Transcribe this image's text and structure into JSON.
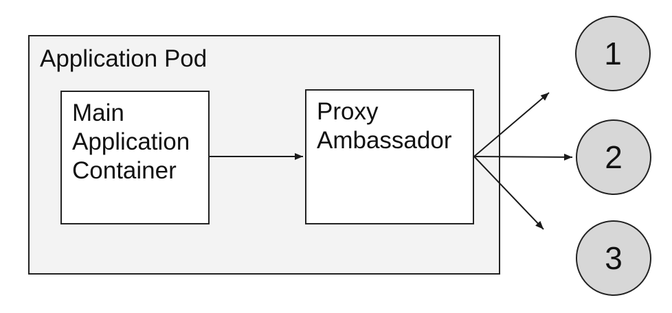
{
  "pod": {
    "label": "Application Pod"
  },
  "nodes": {
    "main": {
      "label": "Main Application Container"
    },
    "proxy": {
      "label": "Proxy Ambassador"
    }
  },
  "endpoints": [
    {
      "label": "1"
    },
    {
      "label": "2"
    },
    {
      "label": "3"
    }
  ],
  "colors": {
    "pod_fill": "#f3f3f3",
    "node_fill": "#ffffff",
    "endpoint_fill": "#d7d7d7",
    "border": "#212121",
    "arrow": "#1a1a1a",
    "text": "#111111",
    "background": "#ffffff"
  }
}
